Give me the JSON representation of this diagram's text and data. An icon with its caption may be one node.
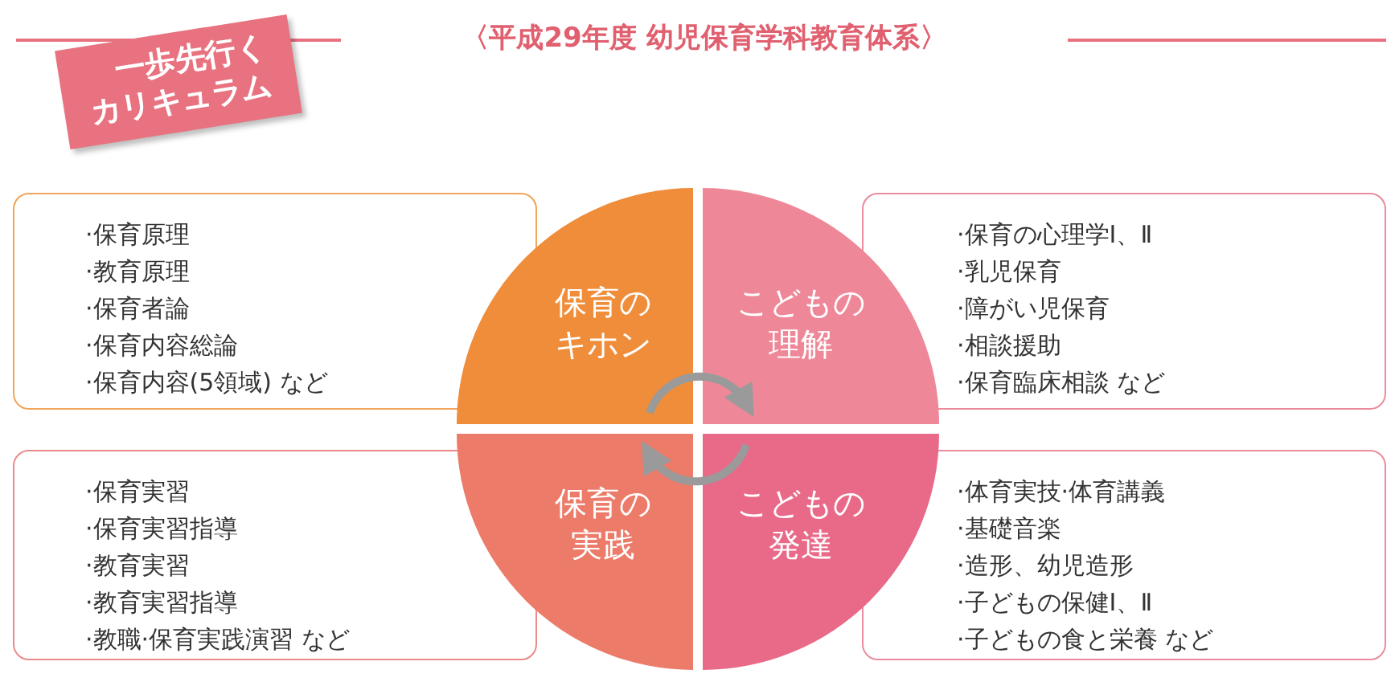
{
  "diagram": {
    "title": "〈平成29年度 幼児保育学科教育体系〉",
    "nodes": [
      {
        "text": [
          "一歩先行くカリキュラム"
        ]
      },
      {
        "text": [
          "·保育原理",
          "·教育原理",
          "·保育者論",
          "·保育内容総論",
          "·保育内容(5領域) など"
        ]
      },
      {
        "text": [
          "保育のキホン"
        ]
      },
      {
        "text": [
          "こどもの理解"
        ]
      },
      {
        "text": [
          "·保育の心理学Ⅰ、Ⅱ",
          "·乳児保育",
          "·障がい児保育",
          "·相談援助",
          "·保育臨床相談 など"
        ]
      },
      {
        "text": [
          "·保育実習",
          "·保育実習指導",
          "·教育実習",
          "·教育実習指導",
          "·教職·保育実践演習 など"
        ]
      },
      {
        "text": [
          "保育の実践"
        ]
      },
      {
        "text": [
          "こどもの発達"
        ]
      },
      {
        "text": [
          "·体育実技·体育講義",
          "·基礎音楽",
          "·造形、幼児造形",
          "·子どもの保健Ⅰ、Ⅱ",
          "·子どもの食と栄養 など"
        ]
      }
    ],
    "edges": [
      {
        "from": 2,
        "to": 3,
        "arrow": "to"
      },
      {
        "from": 7,
        "to": 6,
        "arrow": "to"
      }
    ]
  }
}
